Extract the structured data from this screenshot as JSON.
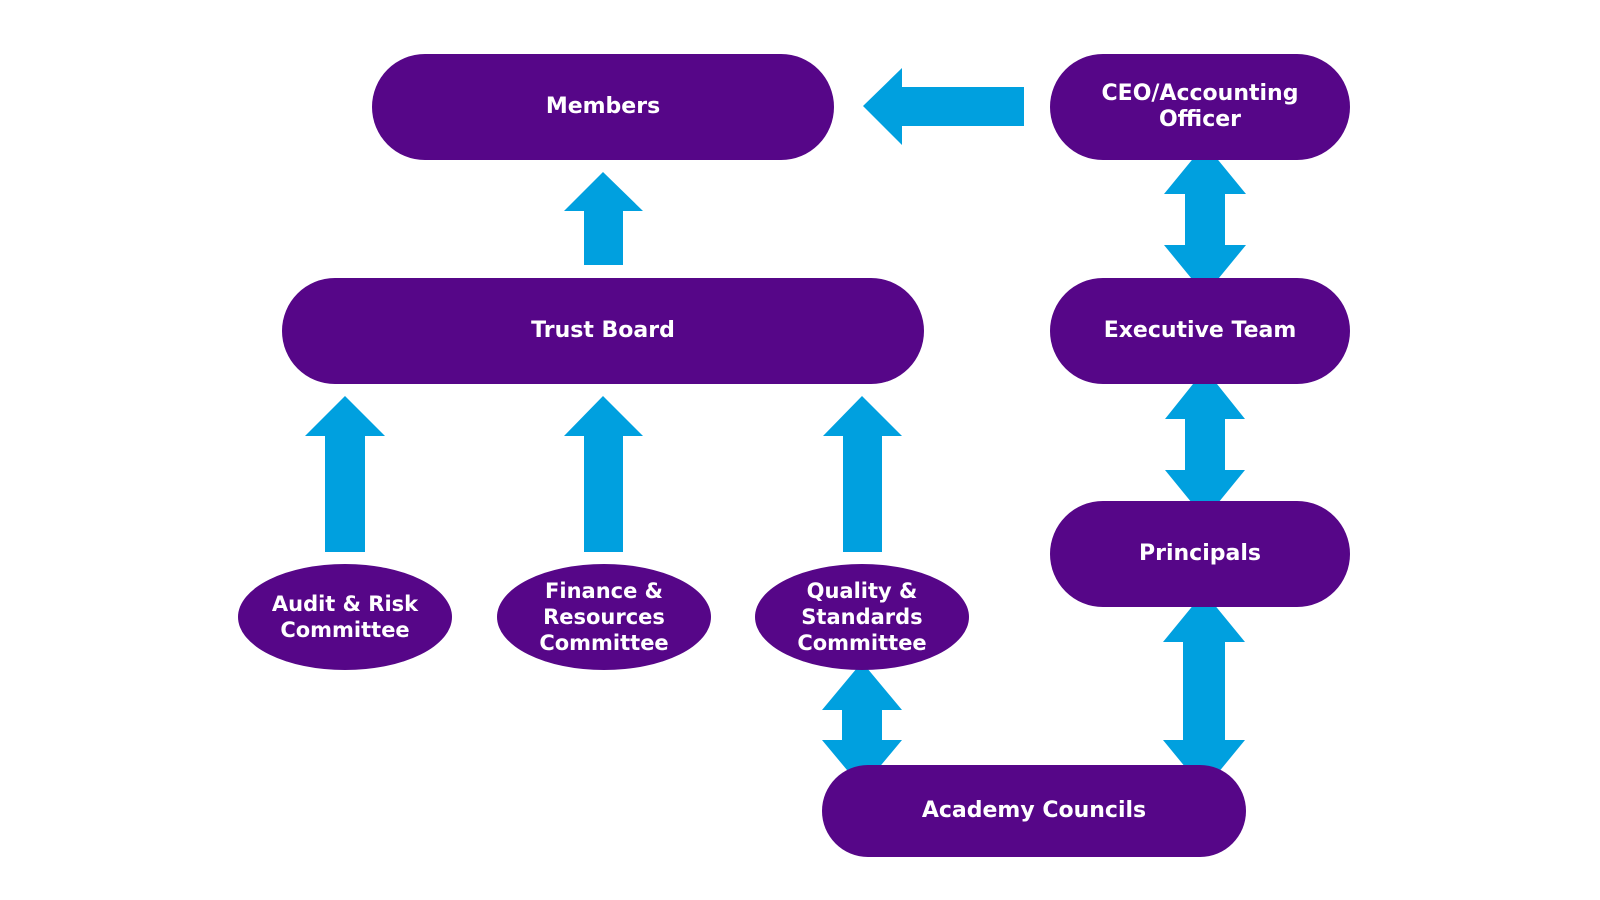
{
  "diagram": {
    "title": "Governance structure",
    "colors": {
      "node": "#560688",
      "node_text": "#ffffff",
      "arrow": "#00A0DF",
      "background": "#ffffff"
    },
    "nodes": {
      "members": "Members",
      "ceo": "CEO/Accounting Officer",
      "trust_board": "Trust Board",
      "executive_team": "Executive Team",
      "principals": "Principals",
      "audit": "Audit & Risk\nCommittee",
      "finance": "Finance &\nResources\nCommittee",
      "quality": "Quality &\nStandards\nCommittee",
      "academy_councils": "Academy Councils"
    },
    "edges": [
      {
        "from": "CEO/Accounting Officer",
        "to": "Members",
        "direction": "one-way"
      },
      {
        "from": "Trust Board",
        "to": "Members",
        "direction": "one-way"
      },
      {
        "from": "Audit & Risk Committee",
        "to": "Trust Board",
        "direction": "one-way"
      },
      {
        "from": "Finance & Resources Committee",
        "to": "Trust Board",
        "direction": "one-way"
      },
      {
        "from": "Quality & Standards Committee",
        "to": "Trust Board",
        "direction": "one-way"
      },
      {
        "from": "CEO/Accounting Officer",
        "to": "Executive Team",
        "direction": "two-way"
      },
      {
        "from": "Executive Team",
        "to": "Principals",
        "direction": "two-way"
      },
      {
        "from": "Principals",
        "to": "Academy Councils",
        "direction": "two-way"
      },
      {
        "from": "Quality & Standards Committee",
        "to": "Academy Councils",
        "direction": "two-way"
      }
    ]
  }
}
